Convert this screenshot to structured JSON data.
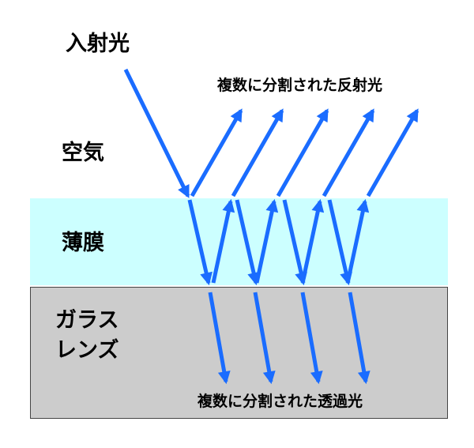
{
  "labels": {
    "incident": "入射光",
    "air": "空気",
    "thin_film": "薄膜",
    "glass_line1": "ガラス",
    "glass_line2": "レンズ",
    "reflected": "複数に分割された反射光",
    "transmitted": "複数に分割された透過光"
  },
  "colors": {
    "arrow": "#1a6cff",
    "film": "#ccffff",
    "glass": "#cccccc",
    "text": "#000000"
  }
}
